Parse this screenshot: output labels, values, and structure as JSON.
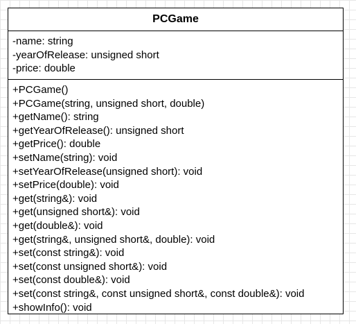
{
  "class": {
    "name": "PCGame",
    "attributes": [
      "-name: string",
      "-yearOfRelease: unsigned short",
      "-price: double"
    ],
    "operations": [
      "+PCGame()",
      "+PCGame(string, unsigned short, double)",
      "+getName(): string",
      "+getYearOfRelease(): unsigned short",
      "+getPrice(): double",
      "+setName(string): void",
      "+setYearOfRelease(unsigned short): void",
      "+setPrice(double): void",
      "+get(string&): void",
      "+get(unsigned short&): void",
      "+get(double&): void",
      "+get(string&, unsigned short&, double): void",
      "+set(const string&): void",
      "+set(const unsigned short&): void",
      "+set(const double&): void",
      "+set(const string&, const unsigned short&, const double&): void",
      "+showInfo(): void"
    ]
  }
}
